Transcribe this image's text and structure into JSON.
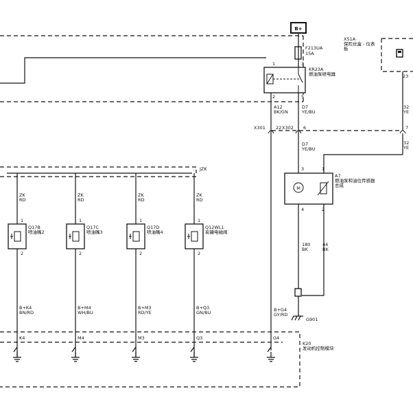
{
  "diagram": {
    "battery": {
      "label": "B+"
    },
    "fuse_box": {
      "id": "X51A",
      "name": "保险丝盒 - 仪表",
      "name_cont": "板"
    },
    "fuse": {
      "id": "F213UA",
      "rating": "15A"
    },
    "relay": {
      "id": "KR23A",
      "name": "燃油泵继电器",
      "pins": [
        "1",
        "3",
        "2",
        "5"
      ]
    },
    "wires": {
      "relay_out": {
        "id": "A12",
        "color": "BK/GN"
      },
      "relay_load": {
        "id": "D7",
        "color": "YE/BU"
      },
      "pump_feed": {
        "id": "D7",
        "color": "YE/BU"
      },
      "right_top": {
        "id": "32",
        "color": "YE"
      },
      "right_mid": {
        "id": "32",
        "color": "YE"
      },
      "pump_gnd": {
        "id": "180",
        "color": "BK"
      },
      "sensor_gnd": {
        "id": "44",
        "color": "BK"
      },
      "relay_ctrl": {
        "id": "B+G4",
        "color": "GY/RD"
      }
    },
    "connectors": {
      "x301": {
        "id": "X301",
        "pin": "22"
      },
      "x302": {
        "id": "X302",
        "pin": "6"
      },
      "right": {
        "pin": "7"
      },
      "right_panel_pin": "23"
    },
    "pump_assembly": {
      "id": "A7",
      "name": "燃油泵和油位传感器",
      "name_cont": "总成",
      "pins": [
        "3",
        "1",
        "4",
        "2"
      ]
    },
    "ground": {
      "id": "G901"
    },
    "jzk": {
      "label": "JZK"
    },
    "injectors": [
      {
        "zk": "ZK",
        "zk_color": "RD",
        "id": "Q17B",
        "name": "喷油嘴2",
        "pin_top": "1",
        "pin_bot": "2",
        "wire_id": "B+K4",
        "wire_color": "BN/RD",
        "ecm_pin": "K4"
      },
      {
        "zk": "ZK",
        "zk_color": "RD",
        "id": "Q17C",
        "name": "喷油嘴3",
        "pin_top": "1",
        "pin_bot": "2",
        "wire_id": "B+M4",
        "wire_color": "WH/BU",
        "ecm_pin": "M4"
      },
      {
        "zk": "ZK",
        "zk_color": "RD",
        "id": "Q17D",
        "name": "喷油嘴4",
        "pin_top": "1",
        "pin_bot": "2",
        "wire_id": "B+M3",
        "wire_color": "RD/YE",
        "ecm_pin": "M3"
      },
      {
        "zk": "ZK",
        "zk_color": "RD",
        "id": "Q12WL1",
        "name": "炭罐电磁阀",
        "pin_top": "1",
        "pin_bot": "2",
        "wire_id": "B+Q3",
        "wire_color": "GN/BU",
        "ecm_pin": "Q3"
      }
    ],
    "ecm": {
      "id": "K20",
      "name": "发动机控制模块",
      "pin_g4": "G4"
    }
  }
}
